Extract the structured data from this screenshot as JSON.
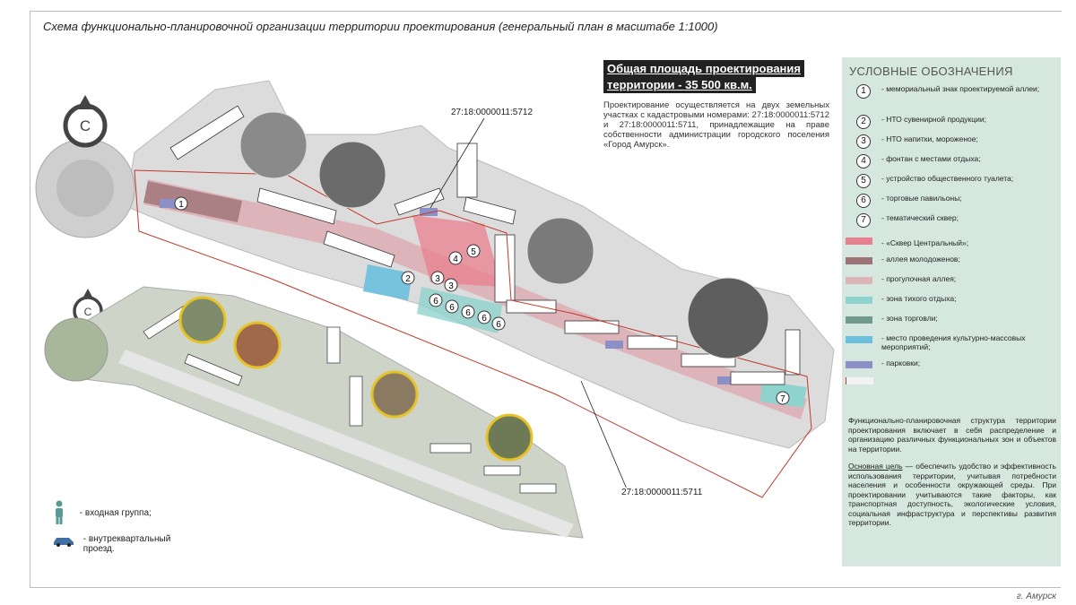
{
  "title": "Схема функционально-планировочной организации территории проектирования (генеральный план в масштабе 1:1000)",
  "footer": "г. Амурск",
  "area": {
    "heading": "Общая площадь проектирования территории - 35 500 кв.м.",
    "text": "Проектирование осуществляется на двух земельных участках с кадастровыми номерами: 27:18:0000011:5712 и 27:18:0000011:5711, принадлежащие на праве собственности администрации городского поселения «Город Амурск»."
  },
  "cadastral": {
    "north": "27:18:0000011:5712",
    "south": "27:18:0000011:5711"
  },
  "compass": {
    "letter": "С"
  },
  "legend": {
    "heading": "УСЛОВНЫЕ ОБОЗНАЧЕНИЯ",
    "numbered": [
      {
        "num": "1",
        "label": "- мемориальный знак проектируемой аллеи;"
      },
      {
        "num": "2",
        "label": "- НТО сувенирной продукции;"
      },
      {
        "num": "3",
        "label": "- НТО напитки, мороженое;"
      },
      {
        "num": "4",
        "label": "- фонтан с местами отдыха;"
      },
      {
        "num": "5",
        "label": "- устройство общественного туалета;"
      },
      {
        "num": "6",
        "label": "- торговые павильоны;"
      },
      {
        "num": "7",
        "label": "- тематический сквер;"
      }
    ],
    "zones": [
      {
        "color": "#e9808f",
        "label": "- «Сквер Центральный»;"
      },
      {
        "color": "#9e7378",
        "label": "- аллея молодоженов;"
      },
      {
        "color": "#ddb4ba",
        "label": "- прогулочная аллея;"
      },
      {
        "color": "#8fd3ce",
        "label": "- зона тихого отдыха;"
      },
      {
        "color": "#6f9a8d",
        "label": "- зона торговли;"
      },
      {
        "color": "#6cc0dd",
        "label": "- место проведения культурно-массовых мероприятий;"
      },
      {
        "color": "#8d8fc7",
        "label": "- парковки;"
      },
      {
        "color": "#f2f2f2",
        "label": ""
      }
    ]
  },
  "description": {
    "p1": "Функционально-планировочная структура территории проектирования включает в себя распределение и организацию различных функциональных зон и объектов на территории.",
    "goal_label": "Основная цель",
    "p2": " — обеспечить удобство и эффективность использования территории, учитывая потребности населения и особенности окружающей среды. При проектировании учитываются такие факторы, как транспортная доступность, экологические условия, социальная инфраструктура и перспективы развития территории."
  },
  "bottom_legend": [
    {
      "icon": "person-icon",
      "label": "- входная группа;"
    },
    {
      "icon": "car-icon",
      "label": "- внутреквартальный проезд."
    }
  ],
  "map_markers": [
    "1",
    "2",
    "3",
    "3",
    "4",
    "5",
    "6",
    "6",
    "6",
    "6",
    "6",
    "7"
  ],
  "colors": {
    "walk": "#ddb4ba",
    "central": "#e9808f",
    "quiet": "#8fd3ce",
    "trade": "#6f9a8d",
    "event": "#6cc0dd",
    "parking": "#8d8fc7",
    "boundary": "#c0392b"
  }
}
